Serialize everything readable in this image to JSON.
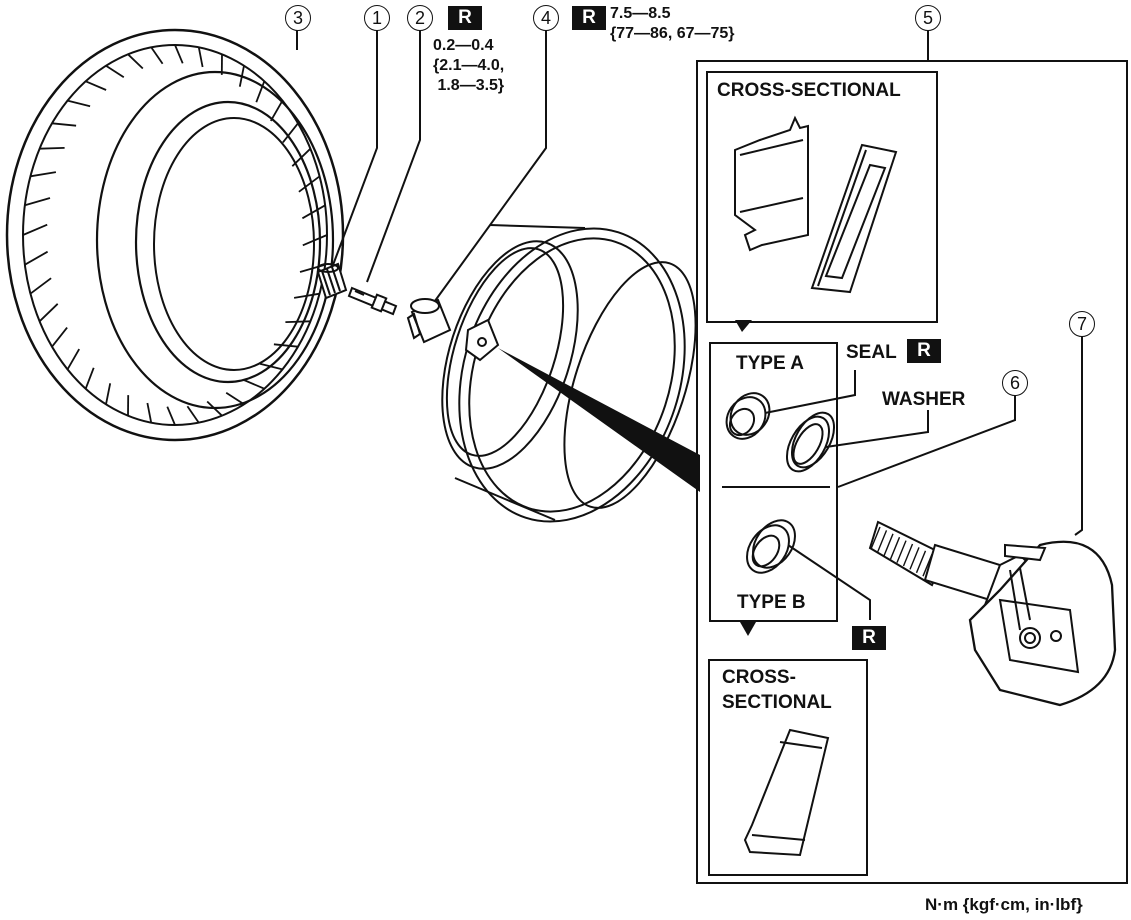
{
  "callouts": {
    "c1": "1",
    "c2": "2",
    "c3": "3",
    "c4": "4",
    "c5": "5",
    "c6": "6",
    "c7": "7"
  },
  "replace_mark": "R",
  "torque": {
    "part2": [
      "0.2—0.4",
      "{2.1—4.0,",
      " 1.8—3.5}"
    ],
    "part4": [
      "7.5—8.5",
      "{77—86, 67—75}"
    ]
  },
  "labels": {
    "cross_sectional_top": "CROSS-SECTIONAL",
    "type_a": "TYPE A",
    "seal": "SEAL",
    "washer": "WASHER",
    "type_b": "TYPE B",
    "cross_sectional_bottom_line1": "CROSS-",
    "cross_sectional_bottom_line2": "SECTIONAL"
  },
  "units": "N·m {kgf·cm, in·lbf}"
}
